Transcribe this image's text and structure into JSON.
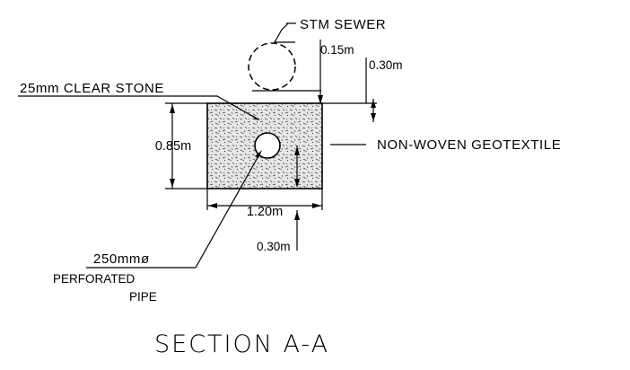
{
  "title": "SECTION A-A",
  "labels": {
    "stm_sewer": "STM SEWER",
    "clear_stone": "25mm CLEAR STONE",
    "geotextile": "NON-WOVEN GEOTEXTILE",
    "pipe_size": "250mmø",
    "pipe_line1": "PERFORATED",
    "pipe_line2": "PIPE"
  },
  "dimensions": {
    "cover_top": "0.15m",
    "offset_right": "0.30m",
    "trench_depth": "0.85m",
    "trench_width": "1.20m",
    "pipe_bedding": "0.30m"
  },
  "colors": {
    "line": "#000000",
    "background": "#ffffff",
    "stone_fill": "#d9d9d9"
  }
}
